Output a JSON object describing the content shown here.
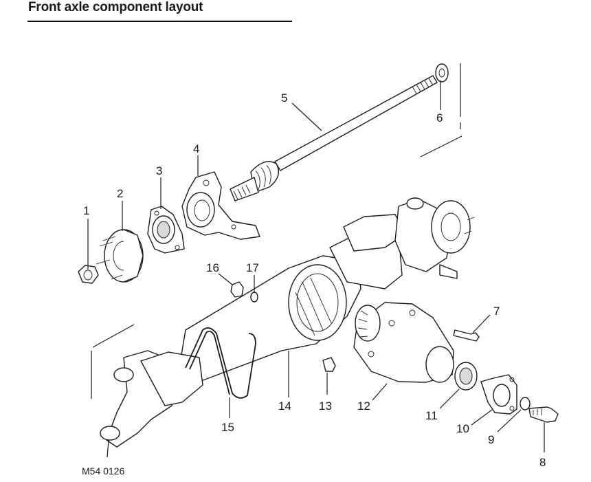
{
  "title": "Front axle component layout",
  "figure_ref": "M54 0126",
  "callouts": [
    "1",
    "2",
    "3",
    "4",
    "5",
    "6",
    "7",
    "8",
    "9",
    "10",
    "11",
    "12",
    "13",
    "14",
    "15",
    "16",
    "17"
  ]
}
